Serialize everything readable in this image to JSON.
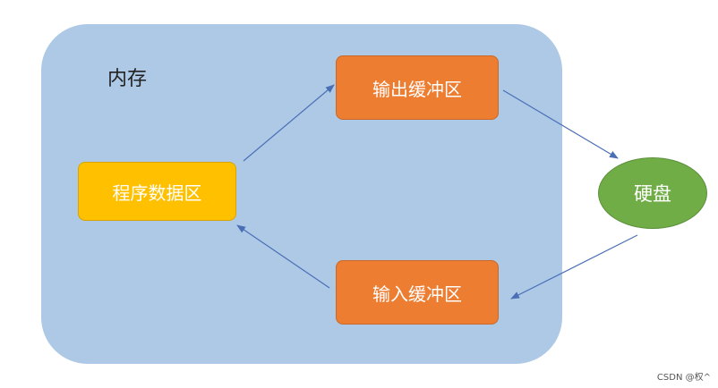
{
  "diagram": {
    "memory_label": "内存",
    "program_area": "程序数据区",
    "output_buffer": "输出缓冲区",
    "input_buffer": "输入缓冲区",
    "disk": "硬盘"
  },
  "colors": {
    "memory_region": "#adc9e6",
    "program_box": "#ffc000",
    "buffer_box": "#ed7d31",
    "disk": "#70ad47",
    "arrow": "#4a6fb5"
  },
  "watermark": "CSDN @权^"
}
